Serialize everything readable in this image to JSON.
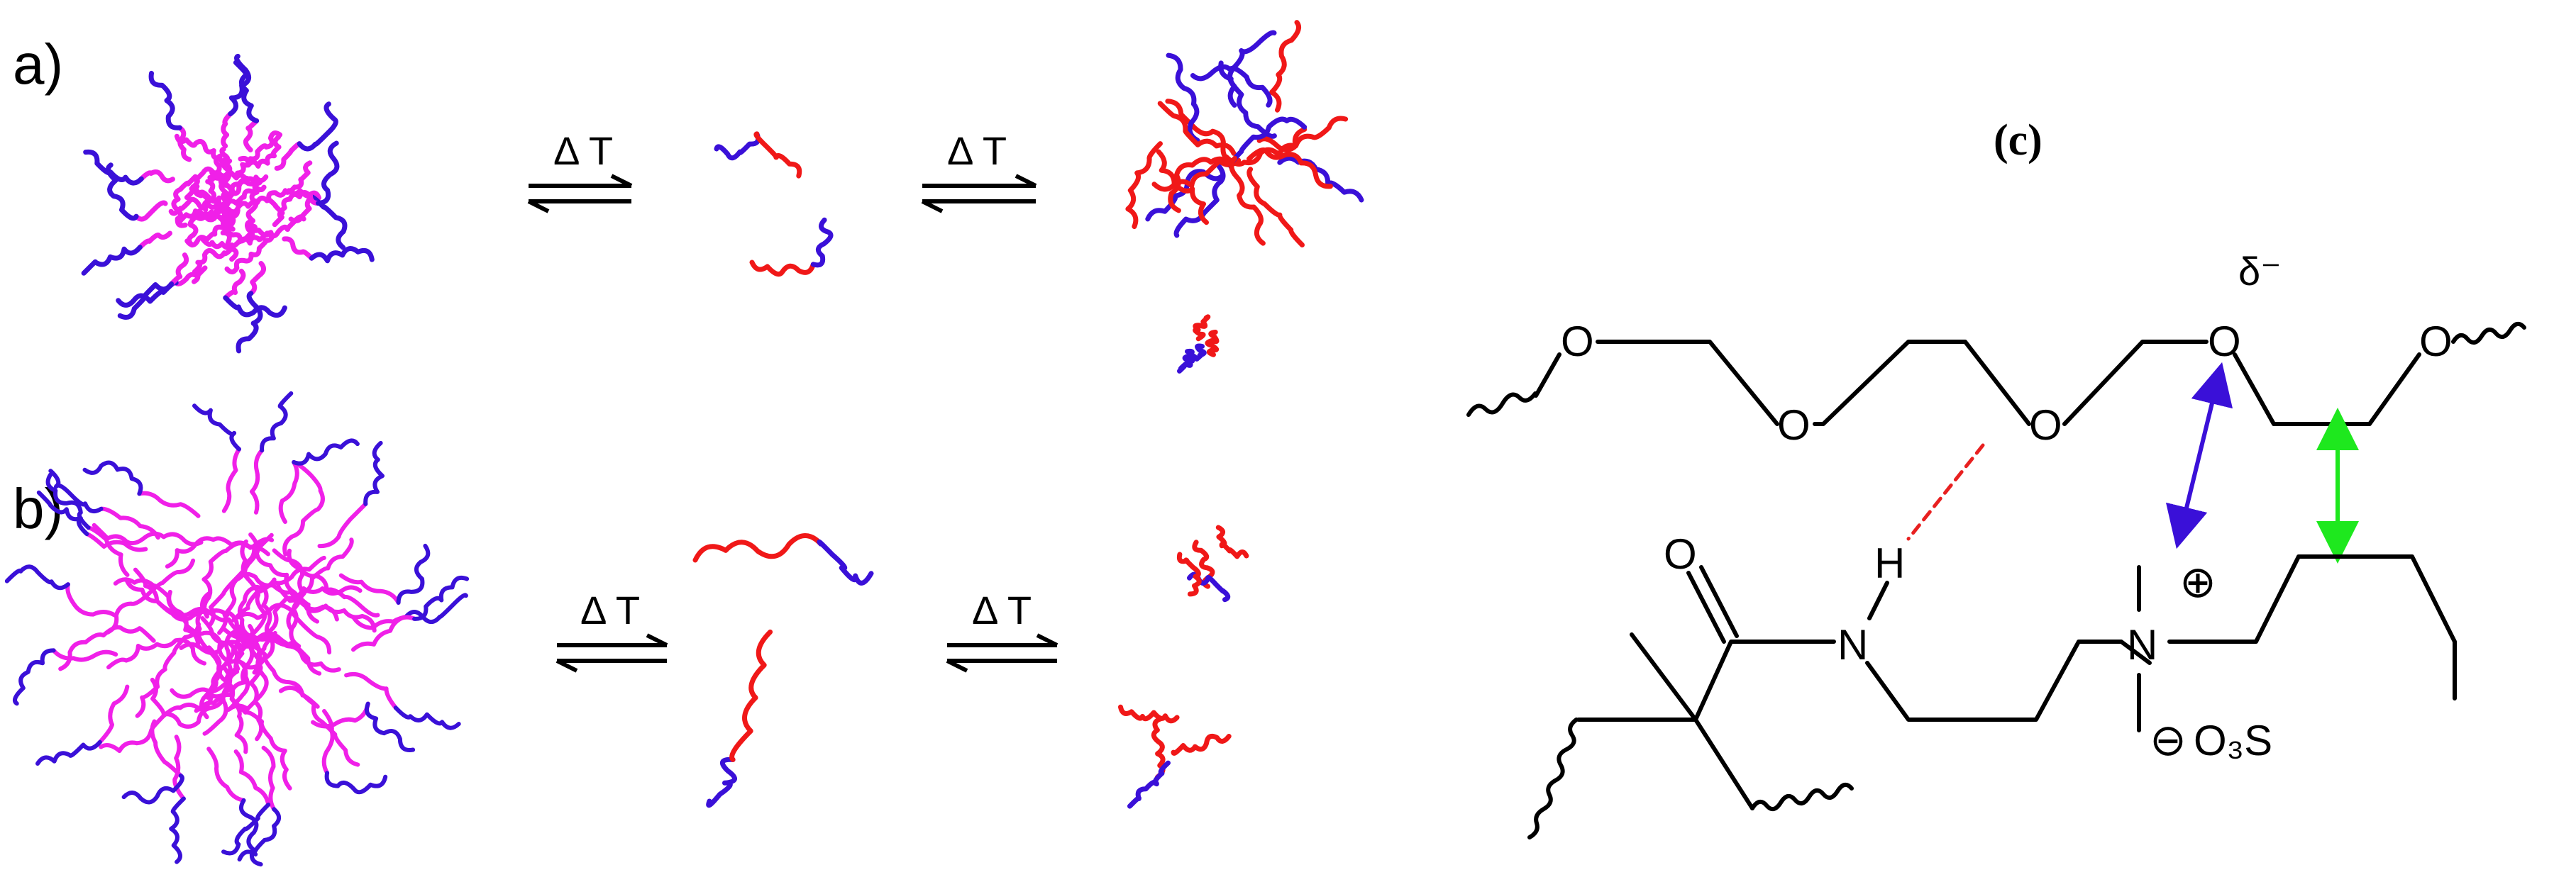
{
  "panels": {
    "a": {
      "label": "a)",
      "arrow1_label": "Δ T",
      "arrow2_label": "Δ T"
    },
    "b": {
      "label": "b)",
      "arrow1_label": "Δ T",
      "arrow2_label": "Δ T"
    },
    "c": {
      "label": "(c)",
      "atoms": {
        "o1": "O",
        "o2": "O",
        "o3": "O",
        "o4": "O",
        "o5": "O",
        "o6": "O",
        "n_amide": "N",
        "h_amide": "H",
        "n_ammonium": "N",
        "sulfonate": "O₃S"
      },
      "delta_minus": "δ⁻",
      "plus_charge": "⊕",
      "minus_charge": "⊖"
    }
  },
  "colors": {
    "blue": "#3a10d8",
    "red": "#f01818",
    "magenta": "#f020e8",
    "green": "#1ee81e",
    "hbond": "#e82020",
    "black": "#000000"
  }
}
